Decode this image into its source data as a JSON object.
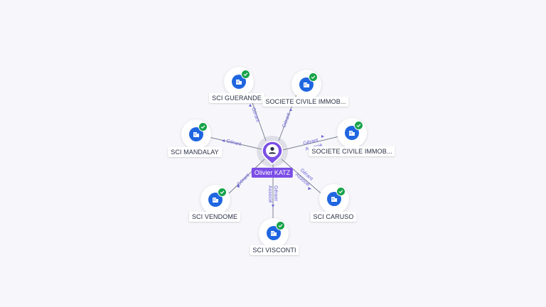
{
  "center": {
    "name": "Olivier KATZ",
    "icon": "person-icon"
  },
  "companies": [
    {
      "id": "guerande",
      "name": "SCI GUERANDE",
      "icon": "building-icon",
      "status_icon": "check-icon"
    },
    {
      "id": "sci1",
      "name": "SOCIETE CIVILE IMMOB...",
      "icon": "building-icon",
      "status_icon": "check-icon"
    },
    {
      "id": "mandalay",
      "name": "SCI MANDALAY",
      "icon": "building-icon",
      "status_icon": "check-icon"
    },
    {
      "id": "sci2",
      "name": "SOCIETE CIVILE IMMOB...",
      "icon": "building-icon",
      "status_icon": "check-icon"
    },
    {
      "id": "vendome",
      "name": "SCI VENDOME",
      "icon": "building-icon",
      "status_icon": "check-icon"
    },
    {
      "id": "caruso",
      "name": "SCI CARUSO",
      "icon": "building-icon",
      "status_icon": "check-icon"
    },
    {
      "id": "visconti",
      "name": "SCI VISCONTI",
      "icon": "building-icon",
      "status_icon": "check-icon"
    }
  ],
  "relations": {
    "guerande": [
      "Gérant"
    ],
    "sci1": [
      "Gérant"
    ],
    "mandalay": [
      "Gérant"
    ],
    "sci2": [
      "Gérant",
      "Associé"
    ],
    "vendome": [
      "Gérant"
    ],
    "caruso": [
      "Gérant",
      "Associé"
    ],
    "visconti": [
      "Gérant",
      "Associé"
    ]
  },
  "colors": {
    "company_disc": "#1f66e0",
    "check": "#18a34a",
    "center_pin": "#7b4ee6",
    "relation_text": "#6b63d8",
    "edge": "#7d8193"
  }
}
